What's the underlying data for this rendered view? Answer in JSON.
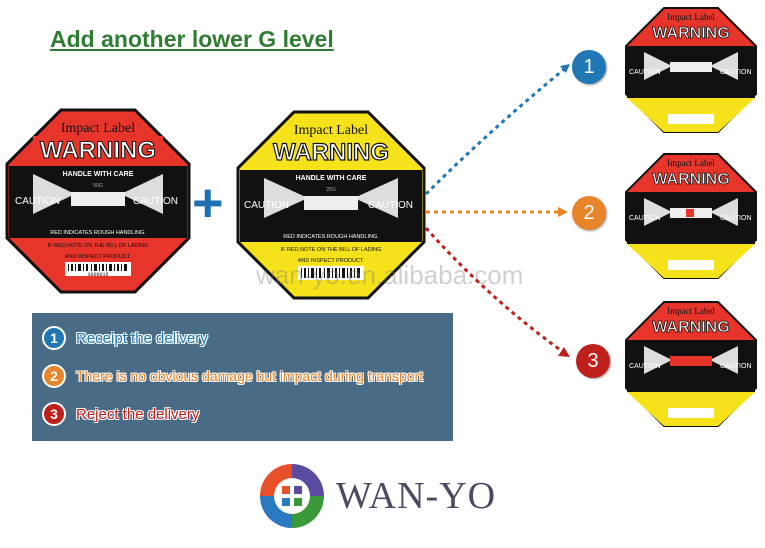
{
  "title": "Add another lower G level",
  "label_text": {
    "impact_label": "Impact Label",
    "warning": "WARNING",
    "handle": "HANDLE WITH CARE",
    "caution": "CAUTION",
    "fine1": "RED INDICATES ROUGH HANDLING.",
    "fine2": "IF RED,NOTE ON THE BILL OF LADING",
    "fine3": "AND INSPECT PRODUCT.",
    "barcode_number": "3000015",
    "g_red": "50G",
    "g_yellow": "25G"
  },
  "colors": {
    "red": "#e8352b",
    "yellow": "#f6e21a",
    "black": "#111111",
    "step1": "#1f78b4",
    "step2": "#e8852a",
    "step3": "#c0201b",
    "legend_bg": "#4a6b85",
    "title_green": "#2e7d32"
  },
  "plus_sign": "+",
  "watermark": "wan-yo.en.alibaba.com",
  "steps": [
    {
      "number": "1",
      "text": "Receipt the delivery",
      "color": "#1f78b4"
    },
    {
      "number": "2",
      "text": "There is no obvious damage but impact during transport",
      "color": "#e8852a"
    },
    {
      "number": "3",
      "text": "Reject the delivery",
      "color": "#c0201b"
    }
  ],
  "brand": {
    "name": "WAN-YO",
    "logo_icon": "wanyo-logo-icon"
  }
}
